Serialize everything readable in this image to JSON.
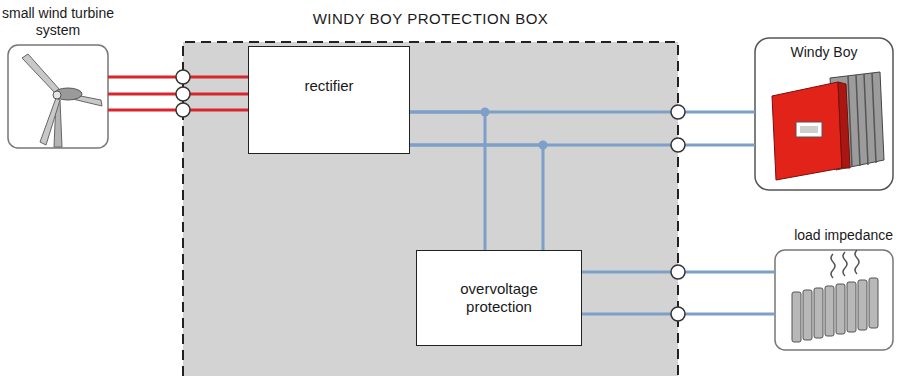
{
  "diagram": {
    "nodes": [
      {
        "text": [
          "small wind turbine system"
        ]
      },
      {
        "text": [
          "WINDY BOY PROTECTION BOX"
        ]
      },
      {
        "text": [
          "rectifier"
        ],
        "in": 1
      },
      {
        "text": [
          "overvoltage protection"
        ],
        "in": 1
      },
      {
        "text": [
          "Windy Boy"
        ]
      },
      {
        "text": [
          "load impedance"
        ]
      }
    ],
    "edges": [
      {
        "from": 0,
        "to": 2,
        "arrow": "none"
      },
      {
        "from": 2,
        "to": 4,
        "arrow": "none"
      },
      {
        "from": 2,
        "to": 3,
        "arrow": "none"
      },
      {
        "from": 3,
        "to": 5,
        "arrow": "none"
      }
    ]
  }
}
